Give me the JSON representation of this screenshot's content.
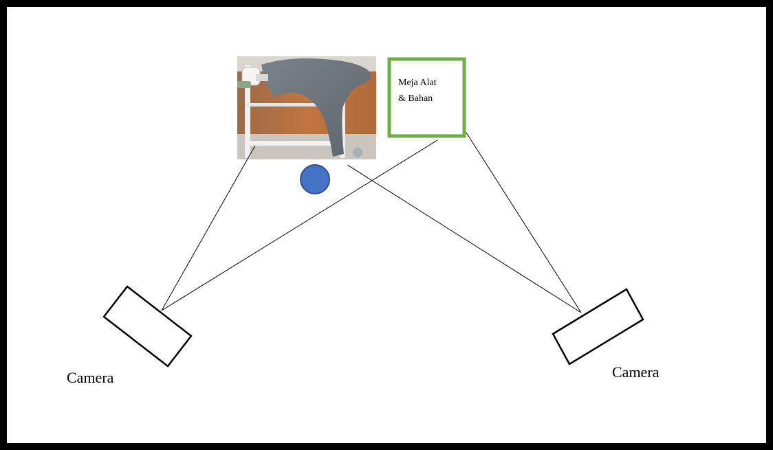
{
  "diagram": {
    "table_label_line1": "Meja Alat",
    "table_label_line2": "& Bahan",
    "camera_left_label": "Camera",
    "camera_right_label": "Camera"
  },
  "colors": {
    "frame_border": "#000000",
    "table_border": "#70ad47",
    "person_marker_fill": "#4472c4",
    "person_marker_stroke": "#2f528f",
    "sight_line": "#000000",
    "photo_wall": "#b86a3a",
    "photo_panel": "#6e757c",
    "photo_stand": "#eeeeee"
  },
  "icons": {
    "person_marker": "circle-marker-icon",
    "camera": "camera-rectangle-icon",
    "photo": "car-fender-on-stand-photo"
  }
}
